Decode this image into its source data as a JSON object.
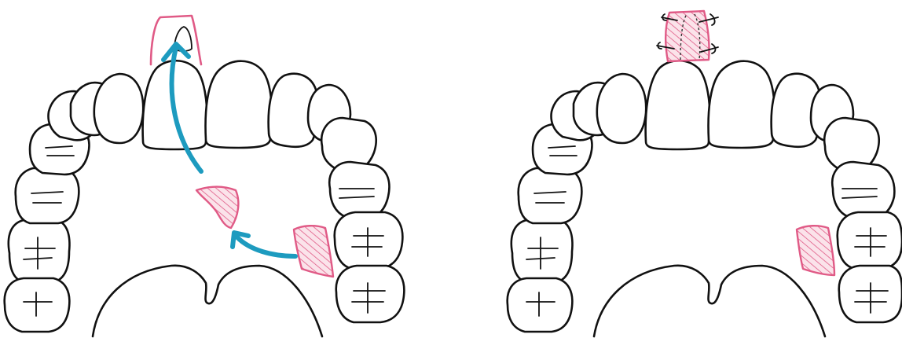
{
  "colors": {
    "ink": "#111111",
    "graft_pink": "#e05a86",
    "graft_fill": "#f7c9d8",
    "arrow_blue": "#1d9bbf",
    "background": "#ffffff"
  },
  "panels": [
    {
      "id": "before",
      "content": "upper-dental-arch-with-donor-site-and-recipient-site-arrows"
    },
    {
      "id": "after",
      "content": "upper-dental-arch-with-sutured-graft"
    }
  ]
}
